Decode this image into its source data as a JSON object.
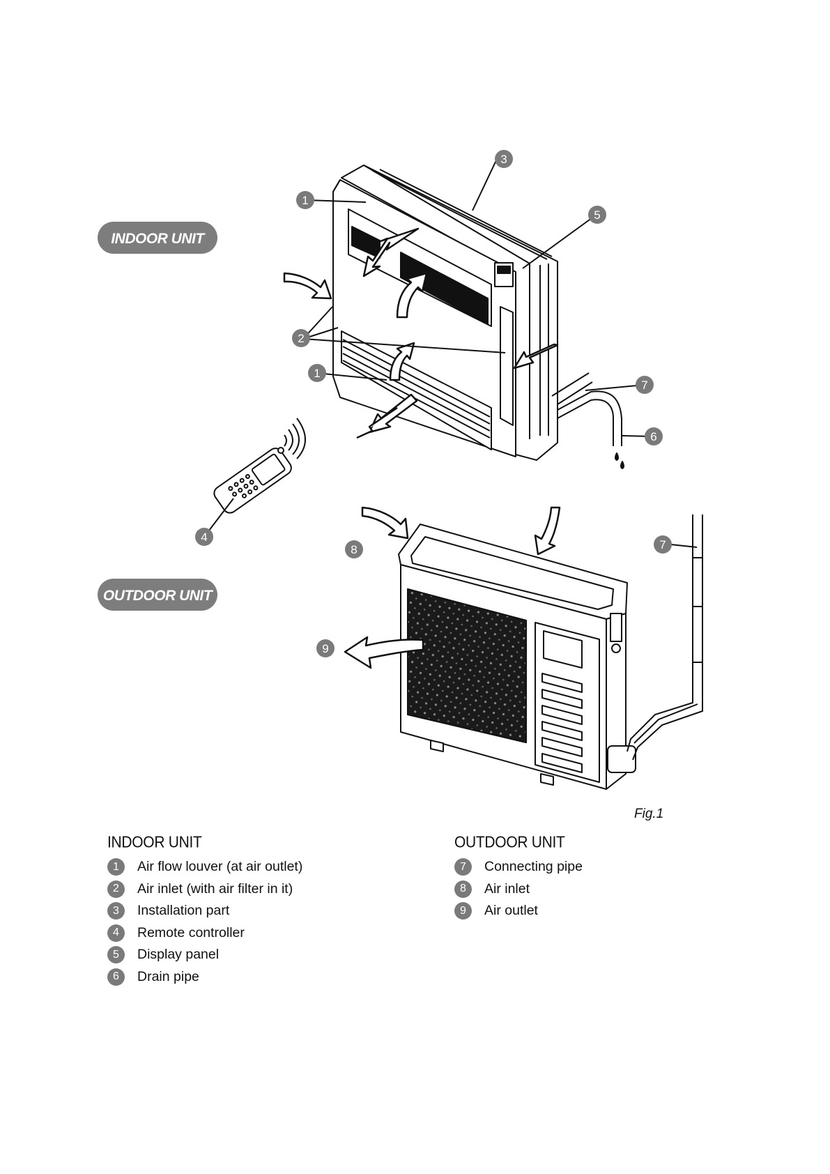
{
  "labels": {
    "indoor_pill": "INDOOR UNIT",
    "outdoor_pill": "OUTDOOR UNIT",
    "figure_caption": "Fig.1"
  },
  "callouts": [
    "1",
    "2",
    "3",
    "4",
    "5",
    "6",
    "7",
    "8",
    "9"
  ],
  "legend": {
    "indoor": {
      "heading": "INDOOR UNIT",
      "items": [
        {
          "num": "1",
          "text": "Air flow louver (at air outlet)"
        },
        {
          "num": "2",
          "text": "Air inlet (with air filter in it)"
        },
        {
          "num": "3",
          "text": "Installation part"
        },
        {
          "num": "4",
          "text": "Remote controller"
        },
        {
          "num": "5",
          "text": "Display panel"
        },
        {
          "num": "6",
          "text": "Drain pipe"
        }
      ]
    },
    "outdoor": {
      "heading": "OUTDOOR UNIT",
      "items": [
        {
          "num": "7",
          "text": "Connecting pipe"
        },
        {
          "num": "8",
          "text": "Air inlet"
        },
        {
          "num": "9",
          "text": "Air outlet"
        }
      ]
    }
  },
  "colors": {
    "pill": "#7d7d7d",
    "badge": "#7a7a7a",
    "line": "#111111"
  }
}
